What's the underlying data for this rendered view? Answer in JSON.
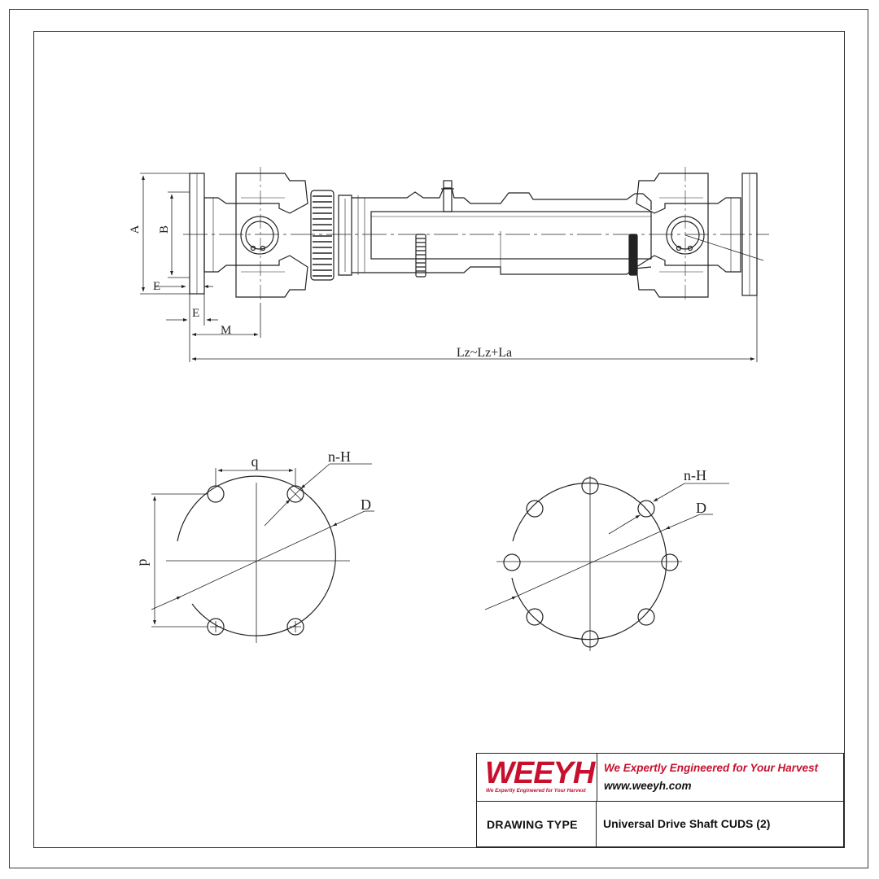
{
  "drawing": {
    "overall_length_label": "Lz~Lz+La",
    "dim_A": "A",
    "dim_B": "B",
    "dim_E_top": "E",
    "dim_E_bottom": "E",
    "dim_M": "M",
    "flange_4_hole": {
      "dim_q": "q",
      "dim_p": "p",
      "dim_nH": "n-H",
      "dim_D": "D"
    },
    "flange_8_hole": {
      "dim_nH": "n-H",
      "dim_D": "D"
    }
  },
  "title_block": {
    "logo": "WEEYH",
    "logo_tagline": "We Expertly Engineered for Your Harvest",
    "slogan": "We Expertly Engineered for Your Harvest",
    "url": "www.weeyh.com",
    "drawing_type_label": "DRAWING TYPE",
    "drawing_type_value": "Universal Drive Shaft CUDS (2)"
  },
  "colors": {
    "brand_red": "#c8102e",
    "line": "#222222"
  }
}
